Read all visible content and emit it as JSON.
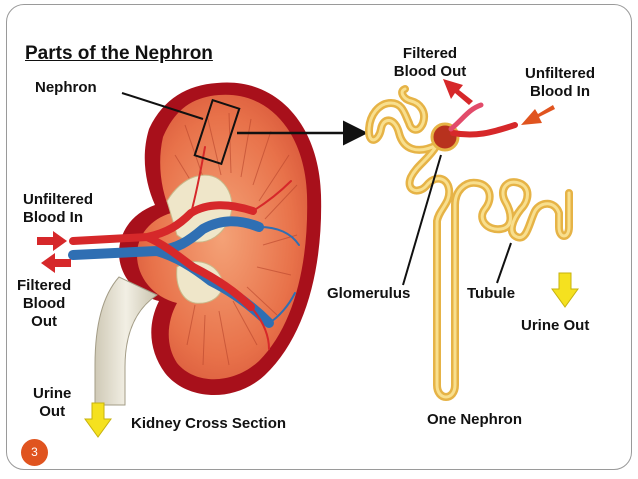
{
  "title": "Parts of the Nephron",
  "labels": {
    "nephron": "Nephron",
    "unfiltered_in_left": [
      "Unfiltered",
      "Blood In"
    ],
    "filtered_out_left": [
      "Filtered",
      "Blood",
      "Out"
    ],
    "urine_out_left": [
      "Urine",
      "Out"
    ],
    "kidney_cross_section": "Kidney Cross Section",
    "filtered_out_top": [
      "Filtered",
      "Blood Out"
    ],
    "unfiltered_in_right": [
      "Unfiltered",
      "Blood In"
    ],
    "glomerulus": "Glomerulus",
    "tubule": "Tubule",
    "urine_out_right": "Urine Out",
    "one_nephron": "One Nephron"
  },
  "page_number": "3",
  "colors": {
    "artery": "#d6282a",
    "vein": "#2f6fb3",
    "kidney_outer": "#a8101b",
    "kidney_cortex": "#e8724a",
    "tubule": "#f2c65c",
    "urine_arrow": "#f5e11f",
    "badge": "#e0541f"
  }
}
